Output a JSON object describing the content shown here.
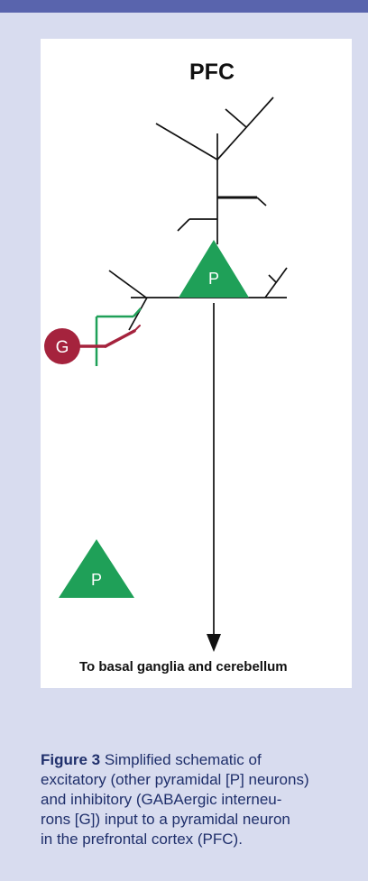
{
  "figure": {
    "region_label": "PFC",
    "neuron_labels": {
      "pyramidal_main": "P",
      "pyramidal_source": "P",
      "interneuron": "G"
    },
    "output_label": "To basal ganglia and cerebellum"
  },
  "caption": {
    "label": "Figure 3",
    "lines": [
      "Simplified schematic of",
      "excitatory (other pyramidal [P] neurons)",
      "and inhibitory (GABAergic interneu-",
      "rons [G]) input to a pyramidal neuron",
      "in the prefrontal cortex (PFC)."
    ]
  },
  "colors": {
    "panel_background": "#d8dcef",
    "top_bar": "#5964ad",
    "figure_background": "#ffffff",
    "excitatory": "#1fa058",
    "inhibitory": "#a5233d",
    "line": "#111111",
    "caption_text": "#1f2f6b"
  }
}
